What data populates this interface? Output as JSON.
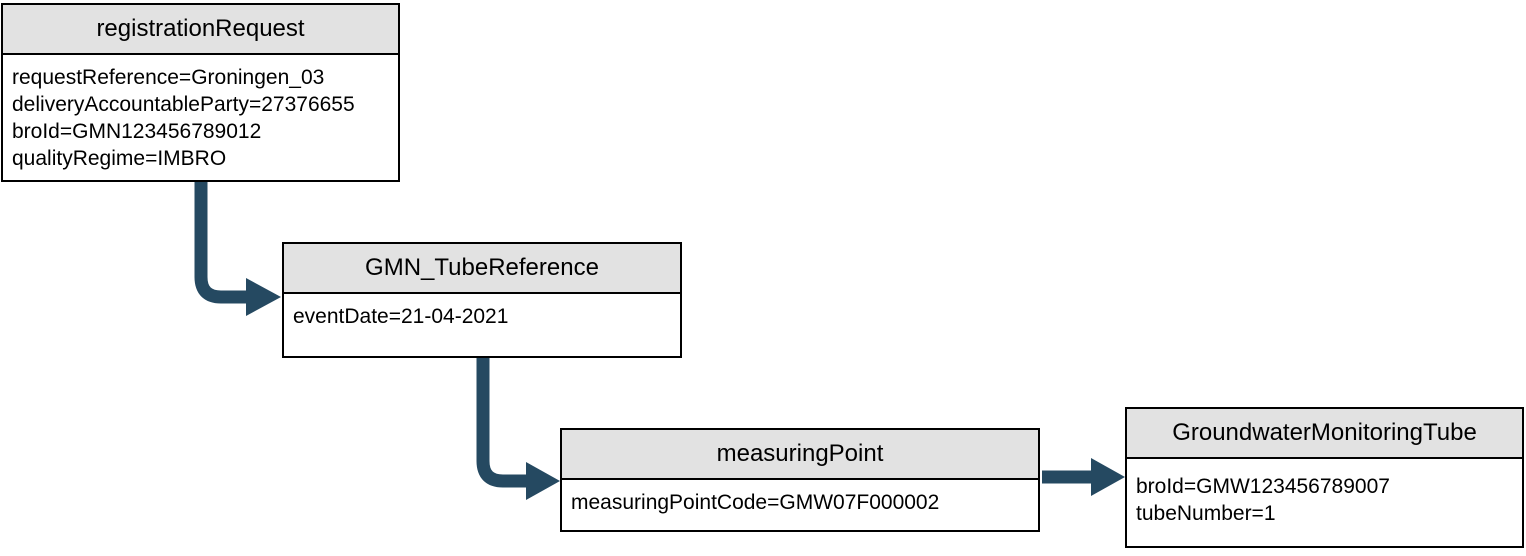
{
  "diagram": {
    "colors": {
      "arrow": "#254961",
      "header_fill": "#e2e2e2",
      "border": "#000000",
      "background": "#ffffff"
    },
    "nodes": [
      {
        "id": "registrationRequest",
        "title": "registrationRequest",
        "attributes": [
          "requestReference=Groningen_03",
          "deliveryAccountableParty=27376655",
          "broId=GMN123456789012",
          "qualityRegime=IMBRO"
        ]
      },
      {
        "id": "GMN_TubeReference",
        "title": "GMN_TubeReference",
        "attributes": [
          "eventDate=21-04-2021"
        ]
      },
      {
        "id": "measuringPoint",
        "title": "measuringPoint",
        "attributes": [
          "measuringPointCode=GMW07F000002"
        ]
      },
      {
        "id": "GroundwaterMonitoringTube",
        "title": "GroundwaterMonitoringTube",
        "attributes": [
          "broId=GMW123456789007",
          "tubeNumber=1"
        ]
      }
    ],
    "edges": [
      {
        "from": "registrationRequest",
        "to": "GMN_TubeReference"
      },
      {
        "from": "GMN_TubeReference",
        "to": "measuringPoint"
      },
      {
        "from": "measuringPoint",
        "to": "GroundwaterMonitoringTube"
      }
    ]
  }
}
